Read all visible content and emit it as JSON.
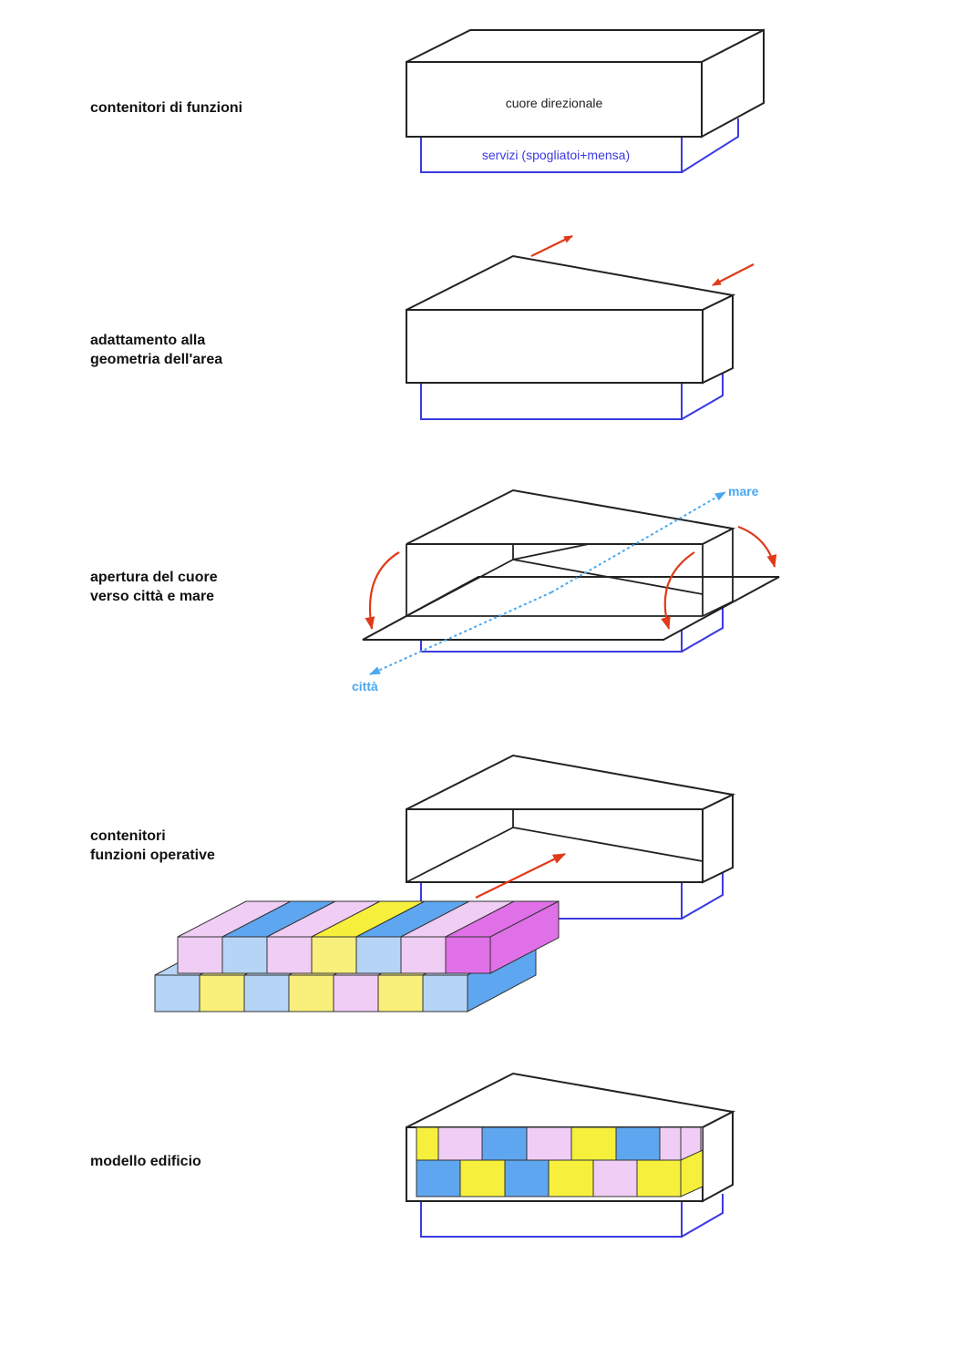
{
  "steps": [
    {
      "label": "contenitori di funzioni"
    },
    {
      "label": "adattamento alla\ngeometria dell'area"
    },
    {
      "label": "apertura del cuore\nverso città e mare"
    },
    {
      "label": "contenitori\nfunzioni operative"
    },
    {
      "label": "modello edificio"
    }
  ],
  "diagram": {
    "box_top_label": "cuore direzionale",
    "box_bottom_label": "servizi (spogliatoi+mensa)",
    "direction_sea": "mare",
    "direction_city": "città"
  },
  "colors": {
    "outline": "#222222",
    "services_outline": "#3a3ae0",
    "arrow_red": "#e03a1a",
    "arrow_cyan": "#4aa8f0",
    "block_pink": "#f0cdf4",
    "block_pink_dark": "#e070e8",
    "block_blue": "#5ea6f0",
    "block_blue_light": "#b6d4f6",
    "block_yellow": "#f8f07a",
    "block_yellow_strong": "#f6f03c"
  }
}
